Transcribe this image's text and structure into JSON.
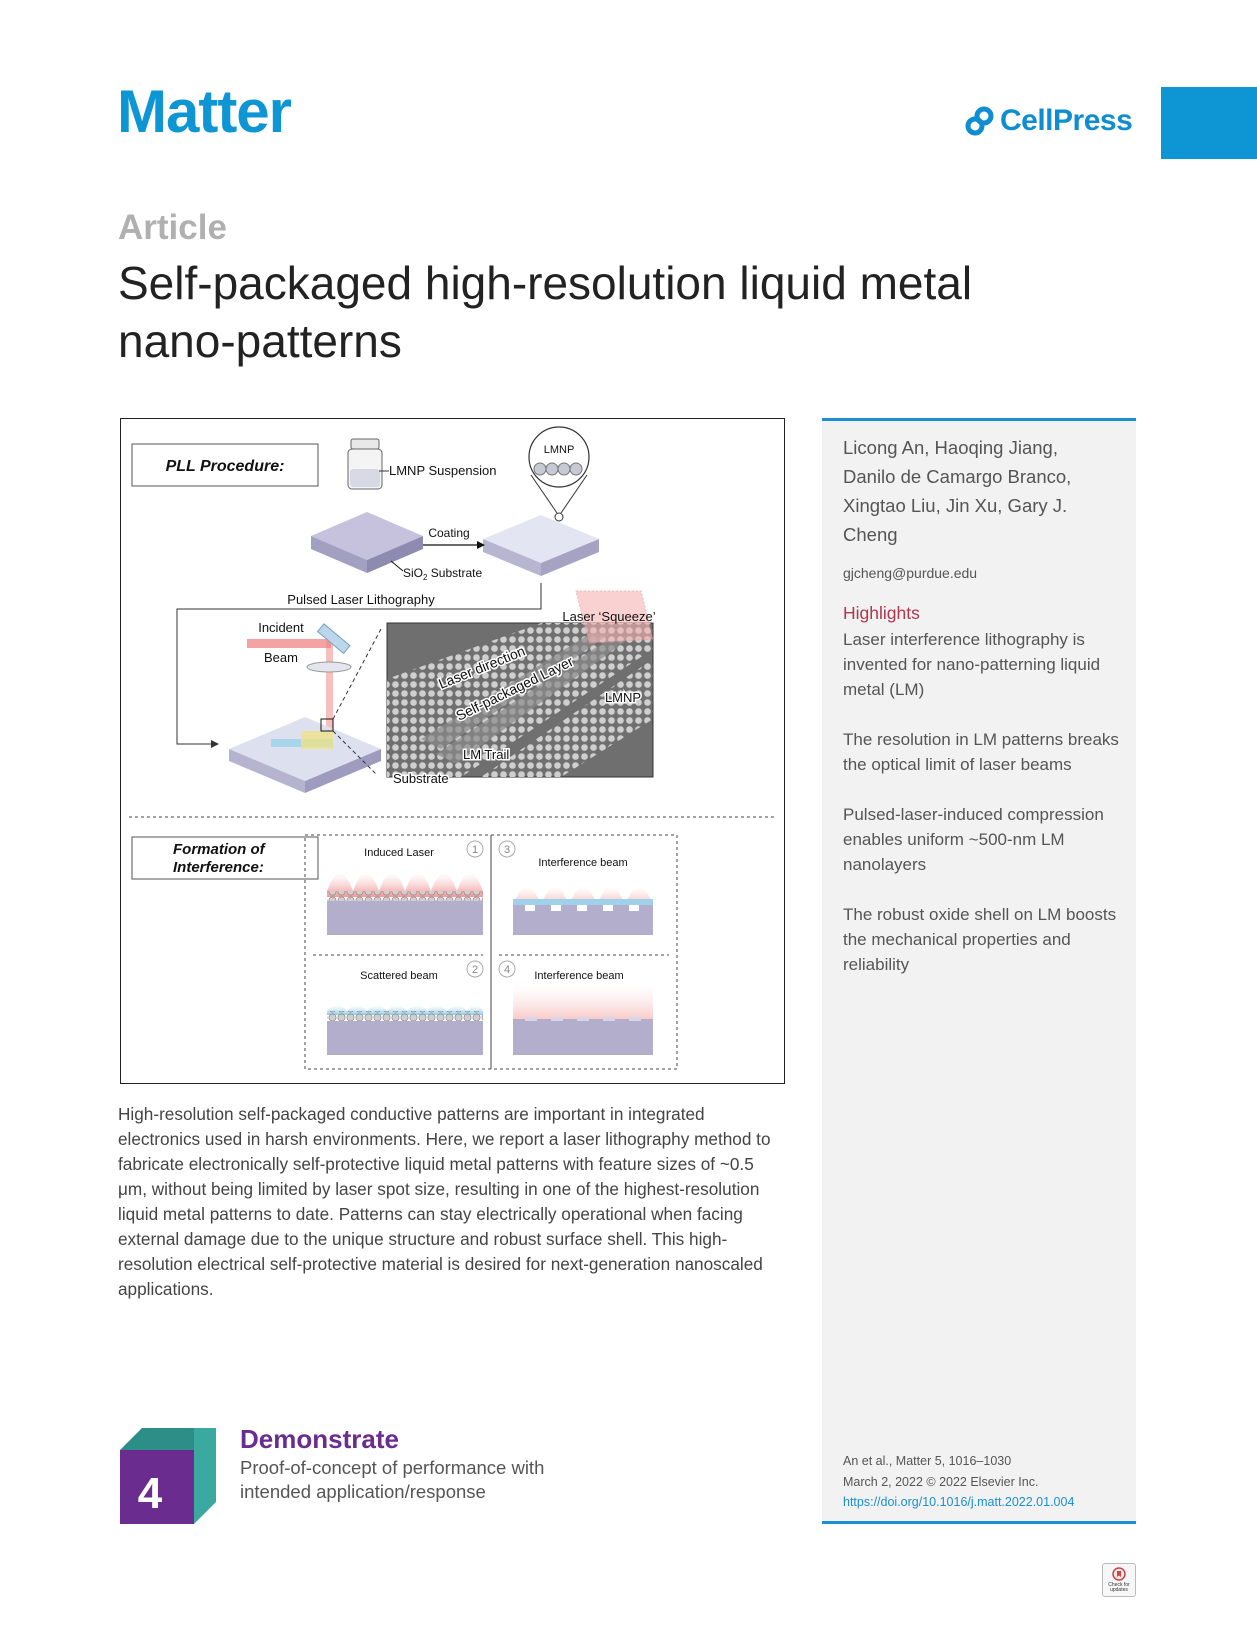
{
  "header": {
    "journal": "Matter",
    "publisher": "CellPress",
    "publisher_icon": "cellpress-logo-icon",
    "accent_color": "#0e95d3"
  },
  "article": {
    "type": "Article",
    "title": "Self-packaged high-resolution liquid metal nano-patterns"
  },
  "figure": {
    "pll_box": "PLL Procedure:",
    "suspension": "LMNP Suspension",
    "lmnp_top": "LMNP",
    "coating": "Coating",
    "substrate_prefix": "SiO",
    "substrate_sub": "2",
    "substrate_suffix": " Substrate",
    "pll": "Pulsed Laser Lithography",
    "incident": "Incident",
    "beam": "Beam",
    "squeeze": "Laser ‘Squeeze’",
    "laser_direction": "Laser direction",
    "self_packaged": "Self-packaged Layer",
    "lmnp_zoom": "LMNP",
    "lm_trail": "LM Trail",
    "substrate_zoom": "Substrate",
    "formation_box_line1": "Formation of",
    "formation_box_line2": "Interference:",
    "induced_laser": "Induced Laser",
    "scattered_beam": "Scattered beam",
    "interference_beam_3": "Interference beam",
    "interference_beam_4": "Interference beam",
    "step1": "1",
    "step2": "2",
    "step3": "3",
    "step4": "4"
  },
  "abstract": "High-resolution self-packaged conductive patterns are important in integrated electronics used in harsh environments. Here, we report a laser lithography method to fabricate electronically self-protective liquid metal patterns with feature sizes of ~0.5 μm, without being limited by laser spot size, resulting in one of the highest-resolution liquid metal patterns to date. Patterns can stay electrically operational when facing external damage due to the unique structure and robust surface shell. This high-resolution electrical self-protective material is desired for next-generation nanoscaled applications.",
  "sidebar": {
    "authors": "Licong An, Haoqing Jiang, Danilo de Camargo Branco, Xingtao Liu, Jin Xu, Gary J. Cheng",
    "email": "gjcheng@purdue.edu",
    "highlights_title": "Highlights",
    "highlights": [
      "Laser interference lithography is invented for nano-patterning liquid metal (LM)",
      "The resolution in LM patterns breaks the optical limit of laser beams",
      "Pulsed-laser-induced compression enables uniform ~500-nm LM nanolayers",
      "The robust oxide shell on LM boosts the mechanical properties and reliability"
    ],
    "citation_line1": "An et al., Matter 5, 1016–1030",
    "citation_line2": "March 2, 2022 © 2022 Elsevier Inc.",
    "doi": "https://doi.org/10.1016/j.matt.2022.01.004"
  },
  "demonstrate": {
    "level": "4",
    "title": "Demonstrate",
    "description": "Proof-of-concept of performance with intended application/response"
  },
  "badge": {
    "label_line1": "Check for",
    "label_line2": "updates"
  }
}
